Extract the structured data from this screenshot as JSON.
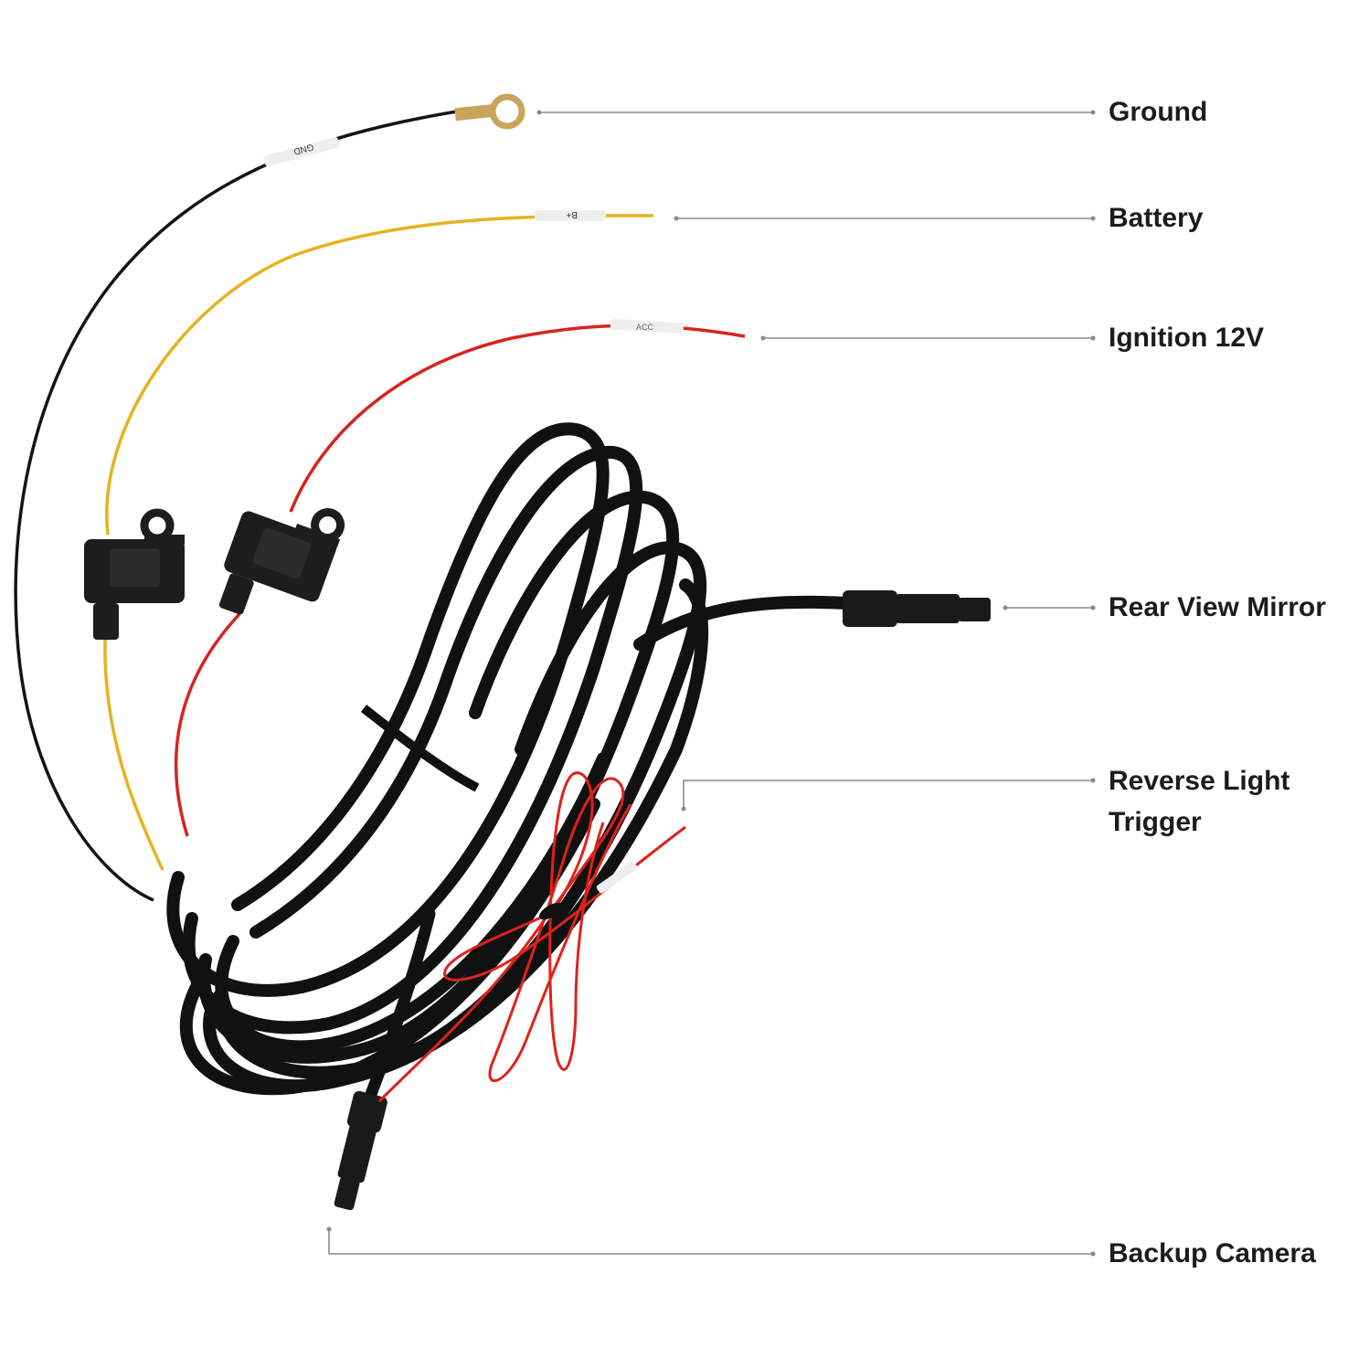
{
  "callouts": [
    {
      "id": "ground",
      "label_lines": [
        "Ground"
      ]
    },
    {
      "id": "battery",
      "label_lines": [
        "Battery"
      ]
    },
    {
      "id": "ignition",
      "label_lines": [
        "Ignition 12V"
      ]
    },
    {
      "id": "mirror",
      "label_lines": [
        "Rear View Mirror"
      ]
    },
    {
      "id": "reverse",
      "label_lines": [
        "Reverse Light",
        "Trigger"
      ]
    },
    {
      "id": "camera",
      "label_lines": [
        "Backup Camera"
      ]
    }
  ],
  "wire_tags": {
    "ground": "GND",
    "battery": "B+",
    "ignition": "ACC"
  },
  "colors": {
    "background": "#ffffff",
    "label_text": "#1c1c1c",
    "leader_line": "#8a8a8a",
    "ground_wire": "#141414",
    "battery_wire": "#e6b21f",
    "ignition_wire": "#d9231d",
    "trigger_wire": "#e0211b",
    "main_cable": "#111111",
    "connector": "#1a1a1a",
    "ring_terminal": "#c9a45a",
    "fuse_holder": "#1d1d1d",
    "tag": "#eeeeee"
  },
  "icons": {
    "ring_terminal": "ring-terminal-icon",
    "fuse_holder": "fuse-holder-icon",
    "connector": "connector-plug-icon"
  }
}
